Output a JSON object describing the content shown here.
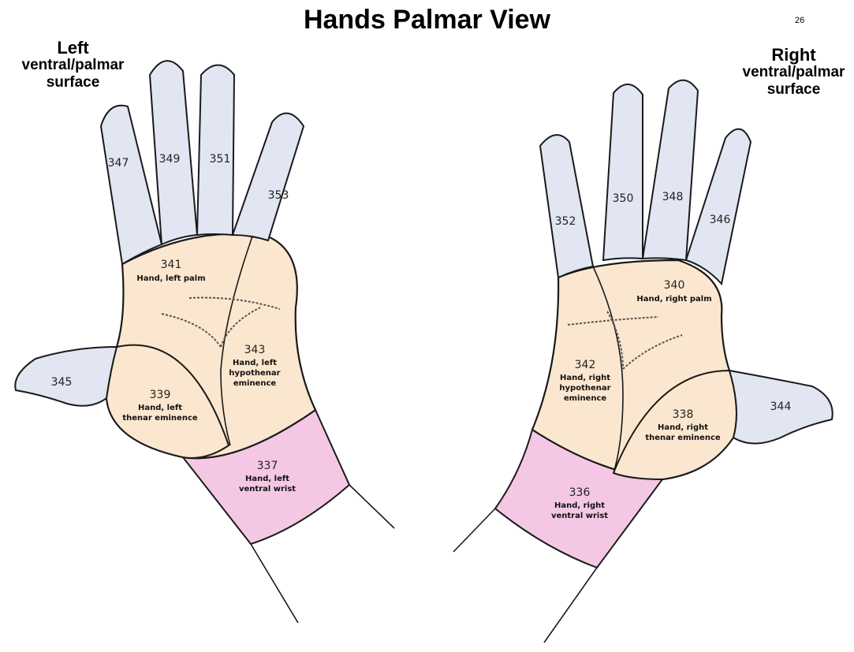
{
  "title": "Hands Palmar View",
  "page_number": "26",
  "left_heading": {
    "line1": "Left",
    "line2": "ventral/palmar",
    "line3": "surface"
  },
  "right_heading": {
    "line1": "Right",
    "line2": "ventral/palmar",
    "line3": "surface"
  },
  "colors": {
    "finger": "#e1e6f2",
    "palm": "#fbe7cf",
    "wrist": "#f4c8e4",
    "outline": "#1a1a1a"
  },
  "left_hand": {
    "fingers": [
      "347",
      "349",
      "351",
      "353",
      "345"
    ],
    "palm": {
      "number": "341",
      "caption": [
        "Hand, left palm"
      ]
    },
    "hypothenar": {
      "number": "343",
      "caption": [
        "Hand, left",
        "hypothenar",
        "eminence"
      ]
    },
    "thenar": {
      "number": "339",
      "caption": [
        "Hand, left",
        "thenar eminence"
      ]
    },
    "wrist": {
      "number": "337",
      "caption": [
        "Hand, left",
        "ventral wrist"
      ]
    }
  },
  "right_hand": {
    "fingers": [
      "352",
      "350",
      "348",
      "346",
      "344"
    ],
    "palm": {
      "number": "340",
      "caption": [
        "Hand, right palm"
      ]
    },
    "hypothenar": {
      "number": "342",
      "caption": [
        "Hand, right",
        "hypothenar",
        "eminence"
      ]
    },
    "thenar": {
      "number": "338",
      "caption": [
        "Hand, right",
        "thenar eminence"
      ]
    },
    "wrist": {
      "number": "336",
      "caption": [
        "Hand, right",
        "ventral wrist"
      ]
    }
  }
}
